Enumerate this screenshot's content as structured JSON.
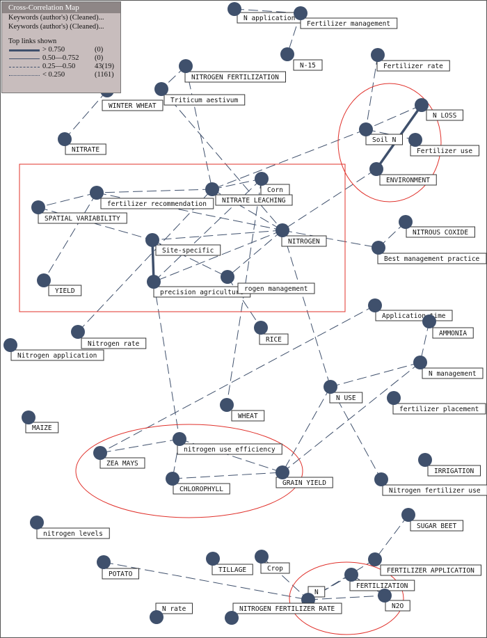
{
  "legend": {
    "title": "Cross-Correlation Map",
    "lines": [
      "Keywords (author's) (Cleaned)...",
      "Keywords (author's) (Cleaned)..."
    ],
    "links_heading": "Top links shown",
    "links": [
      {
        "style": "thick",
        "threshold": "> 0.750",
        "count": "(0)"
      },
      {
        "style": "thin",
        "threshold": "0.50—0.752",
        "count": "(0)"
      },
      {
        "style": "dashed",
        "threshold": "0.25—0.50",
        "count": "43(19)"
      },
      {
        "style": "dotted",
        "threshold": "< 0.250",
        "count": "(1161)"
      }
    ]
  },
  "colors": {
    "node": "#3f506c",
    "highlight": "#e0302a"
  },
  "nodes": [
    {
      "id": "n_application",
      "label": "N application"
    },
    {
      "id": "fertilizer_management",
      "label": "Fertilizer management"
    },
    {
      "id": "n15",
      "label": "N-15"
    },
    {
      "id": "nitrogen_fertilization",
      "label": "NITROGEN FERTILIZATION"
    },
    {
      "id": "triticum",
      "label": "Triticum aestivum"
    },
    {
      "id": "winter_wheat",
      "label": "WINTER WHEAT"
    },
    {
      "id": "nitrate",
      "label": "NITRATE"
    },
    {
      "id": "fertilizer_rate",
      "label": "Fertilizer rate"
    },
    {
      "id": "n_loss",
      "label": "N LOSS"
    },
    {
      "id": "soil_n",
      "label": "Soil N"
    },
    {
      "id": "fertilizer_use",
      "label": "Fertilizer use"
    },
    {
      "id": "environment",
      "label": "ENVIRONMENT"
    },
    {
      "id": "corn",
      "label": "Corn"
    },
    {
      "id": "nitrate_leaching",
      "label": "NITRATE LEACHING"
    },
    {
      "id": "fertilizer_recommendation",
      "label": "fertilizer recommendation"
    },
    {
      "id": "spatial_variability",
      "label": "SPATIAL VARIABILITY"
    },
    {
      "id": "nitrogen",
      "label": "NITROGEN"
    },
    {
      "id": "nitrous_oxide",
      "label": "NITROUS COXIDE"
    },
    {
      "id": "best_management",
      "label": "Best management practice"
    },
    {
      "id": "site_specific",
      "label": "Site-specific"
    },
    {
      "id": "yield",
      "label": "YIELD"
    },
    {
      "id": "precision_agriculture",
      "label": "precision agriculture"
    },
    {
      "id": "nitrogen_management",
      "label": "rogen management"
    },
    {
      "id": "rice",
      "label": "RICE"
    },
    {
      "id": "nitrogen_rate",
      "label": "Nitrogen rate"
    },
    {
      "id": "nitrogen_application",
      "label": "Nitrogen application"
    },
    {
      "id": "application_time",
      "label": "Application time"
    },
    {
      "id": "ammonia",
      "label": "AMMONIA"
    },
    {
      "id": "n_management",
      "label": "N management"
    },
    {
      "id": "n_use",
      "label": "N USE"
    },
    {
      "id": "fertilizer_placement",
      "label": "fertilizer placement"
    },
    {
      "id": "wheat",
      "label": "WHEAT"
    },
    {
      "id": "maize",
      "label": "MAIZE"
    },
    {
      "id": "nue",
      "label": "nitrogen use efficiency"
    },
    {
      "id": "zea_mays",
      "label": "ZEA MAYS"
    },
    {
      "id": "irrigation",
      "label": "IRRIGATION"
    },
    {
      "id": "chlorophyll",
      "label": "CHLOROPHYLL"
    },
    {
      "id": "grain_yield",
      "label": "GRAIN YIELD"
    },
    {
      "id": "nitrogen_fertilizer_use",
      "label": "Nitrogen fertilizer use"
    },
    {
      "id": "sugar_beet",
      "label": "SUGAR BEET"
    },
    {
      "id": "nitrogen_levels",
      "label": "nitrogen levels"
    },
    {
      "id": "potato",
      "label": "POTATO"
    },
    {
      "id": "tillage",
      "label": "TILLAGE"
    },
    {
      "id": "crop",
      "label": "Crop"
    },
    {
      "id": "fertilizer_application",
      "label": "FERTILIZER APPLICATION"
    },
    {
      "id": "fertilization",
      "label": "FERTILIZATION"
    },
    {
      "id": "n",
      "label": "N"
    },
    {
      "id": "n2o",
      "label": "N2O"
    },
    {
      "id": "n_rate",
      "label": "N rate"
    },
    {
      "id": "nitrogen_fertilizer_rate",
      "label": "NITROGEN FERTILIZER RATE"
    }
  ],
  "edges": [
    {
      "from": "n_application",
      "to": "fertilizer_management",
      "strength": "dashed"
    },
    {
      "from": "fertilizer_management",
      "to": "n15",
      "strength": "dashed"
    },
    {
      "from": "nitrogen_fertilization",
      "to": "triticum",
      "strength": "dashed"
    },
    {
      "from": "nitrogen_fertilization",
      "to": "nitrate_leaching",
      "strength": "dashed"
    },
    {
      "from": "triticum",
      "to": "nitrogen",
      "strength": "dashed"
    },
    {
      "from": "winter_wheat",
      "to": "nitrate",
      "strength": "dashed"
    },
    {
      "from": "fertilizer_rate",
      "to": "soil_n",
      "strength": "dashed"
    },
    {
      "from": "n_loss",
      "to": "soil_n",
      "strength": "dashed"
    },
    {
      "from": "n_loss",
      "to": "environment",
      "strength": "strong"
    },
    {
      "from": "soil_n",
      "to": "fertilizer_use",
      "strength": "dashed"
    },
    {
      "from": "soil_n",
      "to": "nitrate_leaching",
      "strength": "dashed"
    },
    {
      "from": "environment",
      "to": "nitrogen",
      "strength": "dashed"
    },
    {
      "from": "nitrate_leaching",
      "to": "corn",
      "strength": "dashed"
    },
    {
      "from": "nitrate_leaching",
      "to": "fertilizer_recommendation",
      "strength": "dashed"
    },
    {
      "from": "nitrate_leaching",
      "to": "nitrogen",
      "strength": "dashed"
    },
    {
      "from": "corn",
      "to": "precision_agriculture",
      "strength": "dashed"
    },
    {
      "from": "corn",
      "to": "wheat",
      "strength": "dashed"
    },
    {
      "from": "fertilizer_recommendation",
      "to": "spatial_variability",
      "strength": "dashed"
    },
    {
      "from": "fertilizer_recommendation",
      "to": "yield",
      "strength": "dashed"
    },
    {
      "from": "fertilizer_recommendation",
      "to": "nitrogen",
      "strength": "dashed"
    },
    {
      "from": "spatial_variability",
      "to": "site_specific",
      "strength": "dashed"
    },
    {
      "from": "nitrogen",
      "to": "best_management",
      "strength": "dashed"
    },
    {
      "from": "nitrogen",
      "to": "site_specific",
      "strength": "dashed"
    },
    {
      "from": "nitrogen",
      "to": "precision_agriculture",
      "strength": "dashed"
    },
    {
      "from": "nitrogen",
      "to": "nitrogen_management",
      "strength": "dashed"
    },
    {
      "from": "nitrogen",
      "to": "n_use",
      "strength": "dashed"
    },
    {
      "from": "nitrous_oxide",
      "to": "best_management",
      "strength": "dashed"
    },
    {
      "from": "site_specific",
      "to": "precision_agriculture",
      "strength": "strong"
    },
    {
      "from": "site_specific",
      "to": "nitrogen_management",
      "strength": "dashed"
    },
    {
      "from": "precision_agriculture",
      "to": "nue",
      "strength": "dashed"
    },
    {
      "from": "nitrogen_management",
      "to": "rice",
      "strength": "dashed"
    },
    {
      "from": "nitrogen_rate",
      "to": "nitrate_leaching",
      "strength": "dashed"
    },
    {
      "from": "application_time",
      "to": "zea_mays",
      "strength": "dashed"
    },
    {
      "from": "ammonia",
      "to": "n_management",
      "strength": "dashed"
    },
    {
      "from": "n_management",
      "to": "n_use",
      "strength": "dashed"
    },
    {
      "from": "n_management",
      "to": "grain_yield",
      "strength": "dashed"
    },
    {
      "from": "n_use",
      "to": "grain_yield",
      "strength": "dashed"
    },
    {
      "from": "n_use",
      "to": "nitrogen_fertilizer_use",
      "strength": "dashed"
    },
    {
      "from": "nue",
      "to": "zea_mays",
      "strength": "dashed"
    },
    {
      "from": "nue",
      "to": "chlorophyll",
      "strength": "dashed"
    },
    {
      "from": "nue",
      "to": "grain_yield",
      "strength": "dashed"
    },
    {
      "from": "chlorophyll",
      "to": "grain_yield",
      "strength": "dashed"
    },
    {
      "from": "sugar_beet",
      "to": "fertilizer_application",
      "strength": "dashed"
    },
    {
      "from": "fertilizer_application",
      "to": "n",
      "strength": "dashed"
    },
    {
      "from": "potato",
      "to": "n",
      "strength": "dashed"
    },
    {
      "from": "crop",
      "to": "n",
      "strength": "dashed"
    },
    {
      "from": "n",
      "to": "fertilization",
      "strength": "dashed"
    },
    {
      "from": "n",
      "to": "n2o",
      "strength": "dashed"
    },
    {
      "from": "fertilization",
      "to": "n2o",
      "strength": "dashed"
    }
  ]
}
